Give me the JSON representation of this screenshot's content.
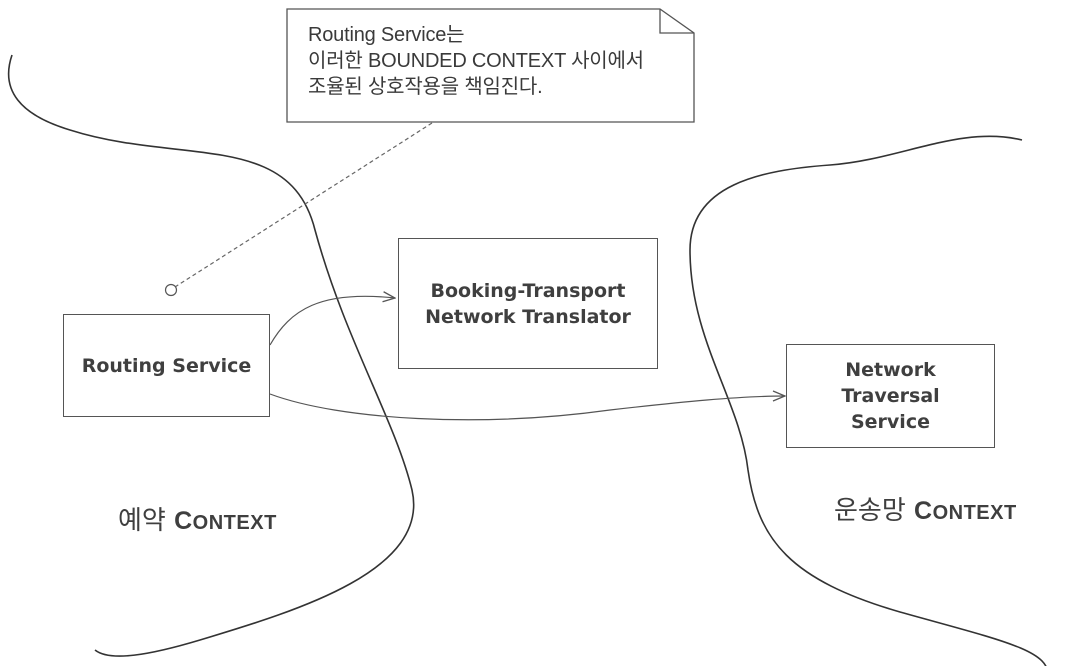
{
  "note": {
    "text": "Routing Service는\n이러한 BOUNDED CONTEXT 사이에서\n조율된 상호작용을 책임진다."
  },
  "boxes": {
    "routing_service": "Routing Service",
    "translator": "Booking-Transport\nNetwork Translator",
    "traversal": "Network\nTraversal\nService"
  },
  "contexts": {
    "left": {
      "prefix": "예약 ",
      "cap": "C",
      "rest": "ONTEXT"
    },
    "right": {
      "prefix": "운송망 ",
      "cap": "C",
      "rest": "ONTEXT"
    }
  }
}
